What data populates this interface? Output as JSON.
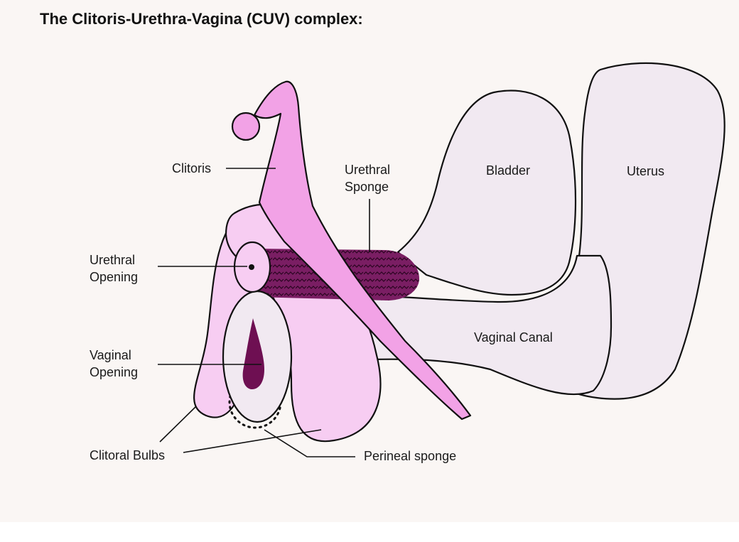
{
  "title": "The Clitoris-Urethra-Vagina (CUV) complex:",
  "labels": {
    "clitoris": "Clitoris",
    "urethral_sponge_1": "Urethral",
    "urethral_sponge_2": "Sponge",
    "bladder": "Bladder",
    "uterus": "Uterus",
    "urethral_opening_1": "Urethral",
    "urethral_opening_2": "Opening",
    "vaginal_opening_1": "Vaginal",
    "vaginal_opening_2": "Opening",
    "vaginal_canal": "Vaginal Canal",
    "clitoral_bulbs": "Clitoral Bulbs",
    "perineal_sponge": "Perineal sponge"
  },
  "colors": {
    "background": "#faf6f4",
    "clitoris_pink": "#f2a2e6",
    "bulb_pink": "#f7cdf2",
    "organ_lavender": "#f1e9f1",
    "sponge_purple": "#7a1e63",
    "vaginal_opening": "#6e0f52",
    "outline": "#111111"
  }
}
